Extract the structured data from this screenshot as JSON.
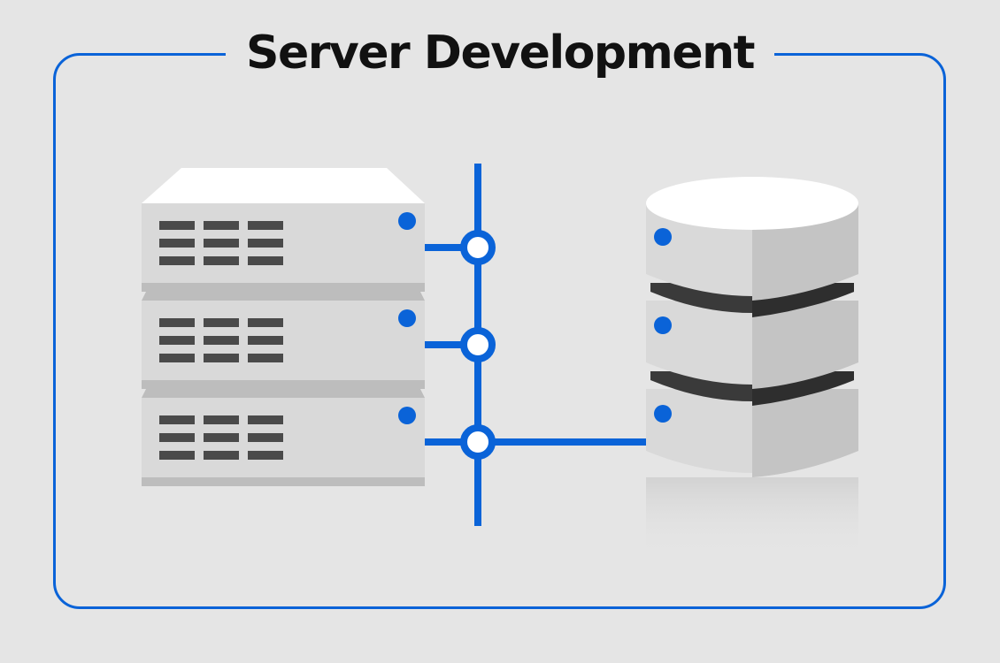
{
  "title": "Server Development",
  "colors": {
    "background": "#e5e5e5",
    "accent": "#0a63d8",
    "server_body": "#d9d9d9",
    "server_vent": "#4a4a4a",
    "database_light": "#d9d9d9",
    "database_dark": "#3a3a3a"
  },
  "diagram": {
    "server_units": 3,
    "database_segments": 3,
    "connection_nodes": 3
  }
}
